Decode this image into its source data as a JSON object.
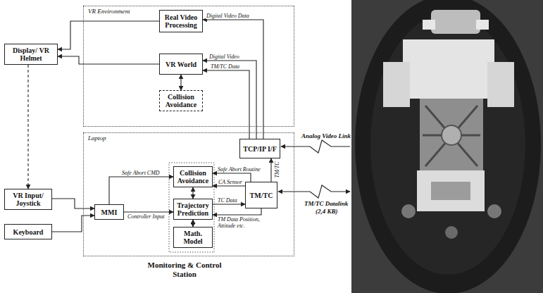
{
  "diagram": {
    "nodes": [
      {
        "text": [
          "VR Environment"
        ]
      },
      {
        "text": [
          "Real Video Processing"
        ],
        "in": 0
      },
      {
        "text": [
          "VR World"
        ],
        "in": 0
      },
      {
        "text": [
          "Collision Avoidance"
        ],
        "in": 0
      },
      {
        "text": [
          "Laptop"
        ]
      },
      {
        "text": [
          "TCP/IP I/F"
        ],
        "in": 4
      },
      {
        "text": [
          "Collision Avoidance"
        ],
        "in": 4
      },
      {
        "text": [
          "Trajectory Prediction"
        ],
        "in": 4
      },
      {
        "text": [
          "Math. Model"
        ],
        "in": 4
      },
      {
        "text": [
          "TM/TC"
        ],
        "in": 4
      },
      {
        "text": [
          "MMI"
        ],
        "in": 4
      },
      {
        "text": [
          "Display/ VR Helmet"
        ]
      },
      {
        "text": [
          "VR Input/ Joystick"
        ]
      },
      {
        "text": [
          "Keyboard"
        ]
      }
    ],
    "edges": [
      {
        "from": 1,
        "to": 11,
        "arrow": "to"
      },
      {
        "from": 2,
        "to": 11,
        "arrow": "to"
      },
      {
        "from": 5,
        "to": 1,
        "label": "Digital Video Data",
        "arrow": "to"
      },
      {
        "from": 5,
        "to": 2,
        "label": "Digital Video",
        "arrow": "to"
      },
      {
        "from": 5,
        "to": 2,
        "label": "TM/TC Data",
        "arrow": "to"
      },
      {
        "from": 2,
        "to": 3,
        "arrow": "both"
      },
      {
        "from": 11,
        "to": 12,
        "arrow": "to"
      },
      {
        "from": 12,
        "to": 10,
        "arrow": "to"
      },
      {
        "from": 13,
        "to": 10,
        "arrow": "to"
      },
      {
        "from": 10,
        "to": 6,
        "label": "Safe Abort CMD",
        "arrow": "to"
      },
      {
        "from": 10,
        "to": 7,
        "label": "Controller Input",
        "arrow": "to"
      },
      {
        "from": 9,
        "to": 6,
        "label": "Safe Abort Routine",
        "arrow": "to"
      },
      {
        "from": 9,
        "to": 6,
        "label": "CA Sensor",
        "arrow": "to"
      },
      {
        "from": 7,
        "to": 9,
        "label": "TC Data",
        "arrow": "to"
      },
      {
        "from": 9,
        "to": 7,
        "label": "TM Data Position, Attitude etc.",
        "arrow": "to"
      },
      {
        "from": 6,
        "to": 7,
        "arrow": "both"
      },
      {
        "from": 7,
        "to": 8,
        "arrow": "both"
      },
      {
        "from": 9,
        "to": 5,
        "label": "TM/TC",
        "arrow": "to"
      }
    ],
    "labels": [
      "Monitoring & Control Station",
      "Analog Video Link",
      "TM/TC Datalink",
      "(2,4 KB)"
    ]
  }
}
